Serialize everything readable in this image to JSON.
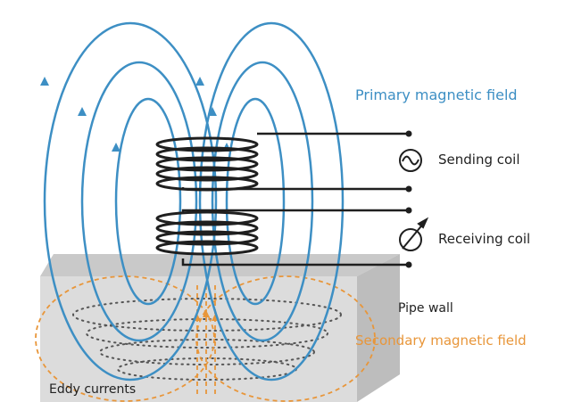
{
  "labels": {
    "primary_field": "Primary magnetic field",
    "sending_coil": "Sending coil",
    "receiving_coil": "Receiving coil",
    "pipe_wall": "Pipe wall",
    "secondary_field": "Secondary magnetic field",
    "eddy_currents": "Eddy currents"
  },
  "colors": {
    "primary_field": "#3d8fc4",
    "coil": "#1f1f1f",
    "secondary_field": "#e8963a",
    "pipe_wall_top": "#c9c9c9",
    "pipe_wall_front": "#dcdcdc",
    "pipe_wall_side": "#bdbdbd",
    "eddy_currents": "#555555",
    "text": "#222222"
  },
  "icons": {
    "sending_symbol": "ac-source-icon",
    "receiving_symbol": "meter-icon"
  }
}
